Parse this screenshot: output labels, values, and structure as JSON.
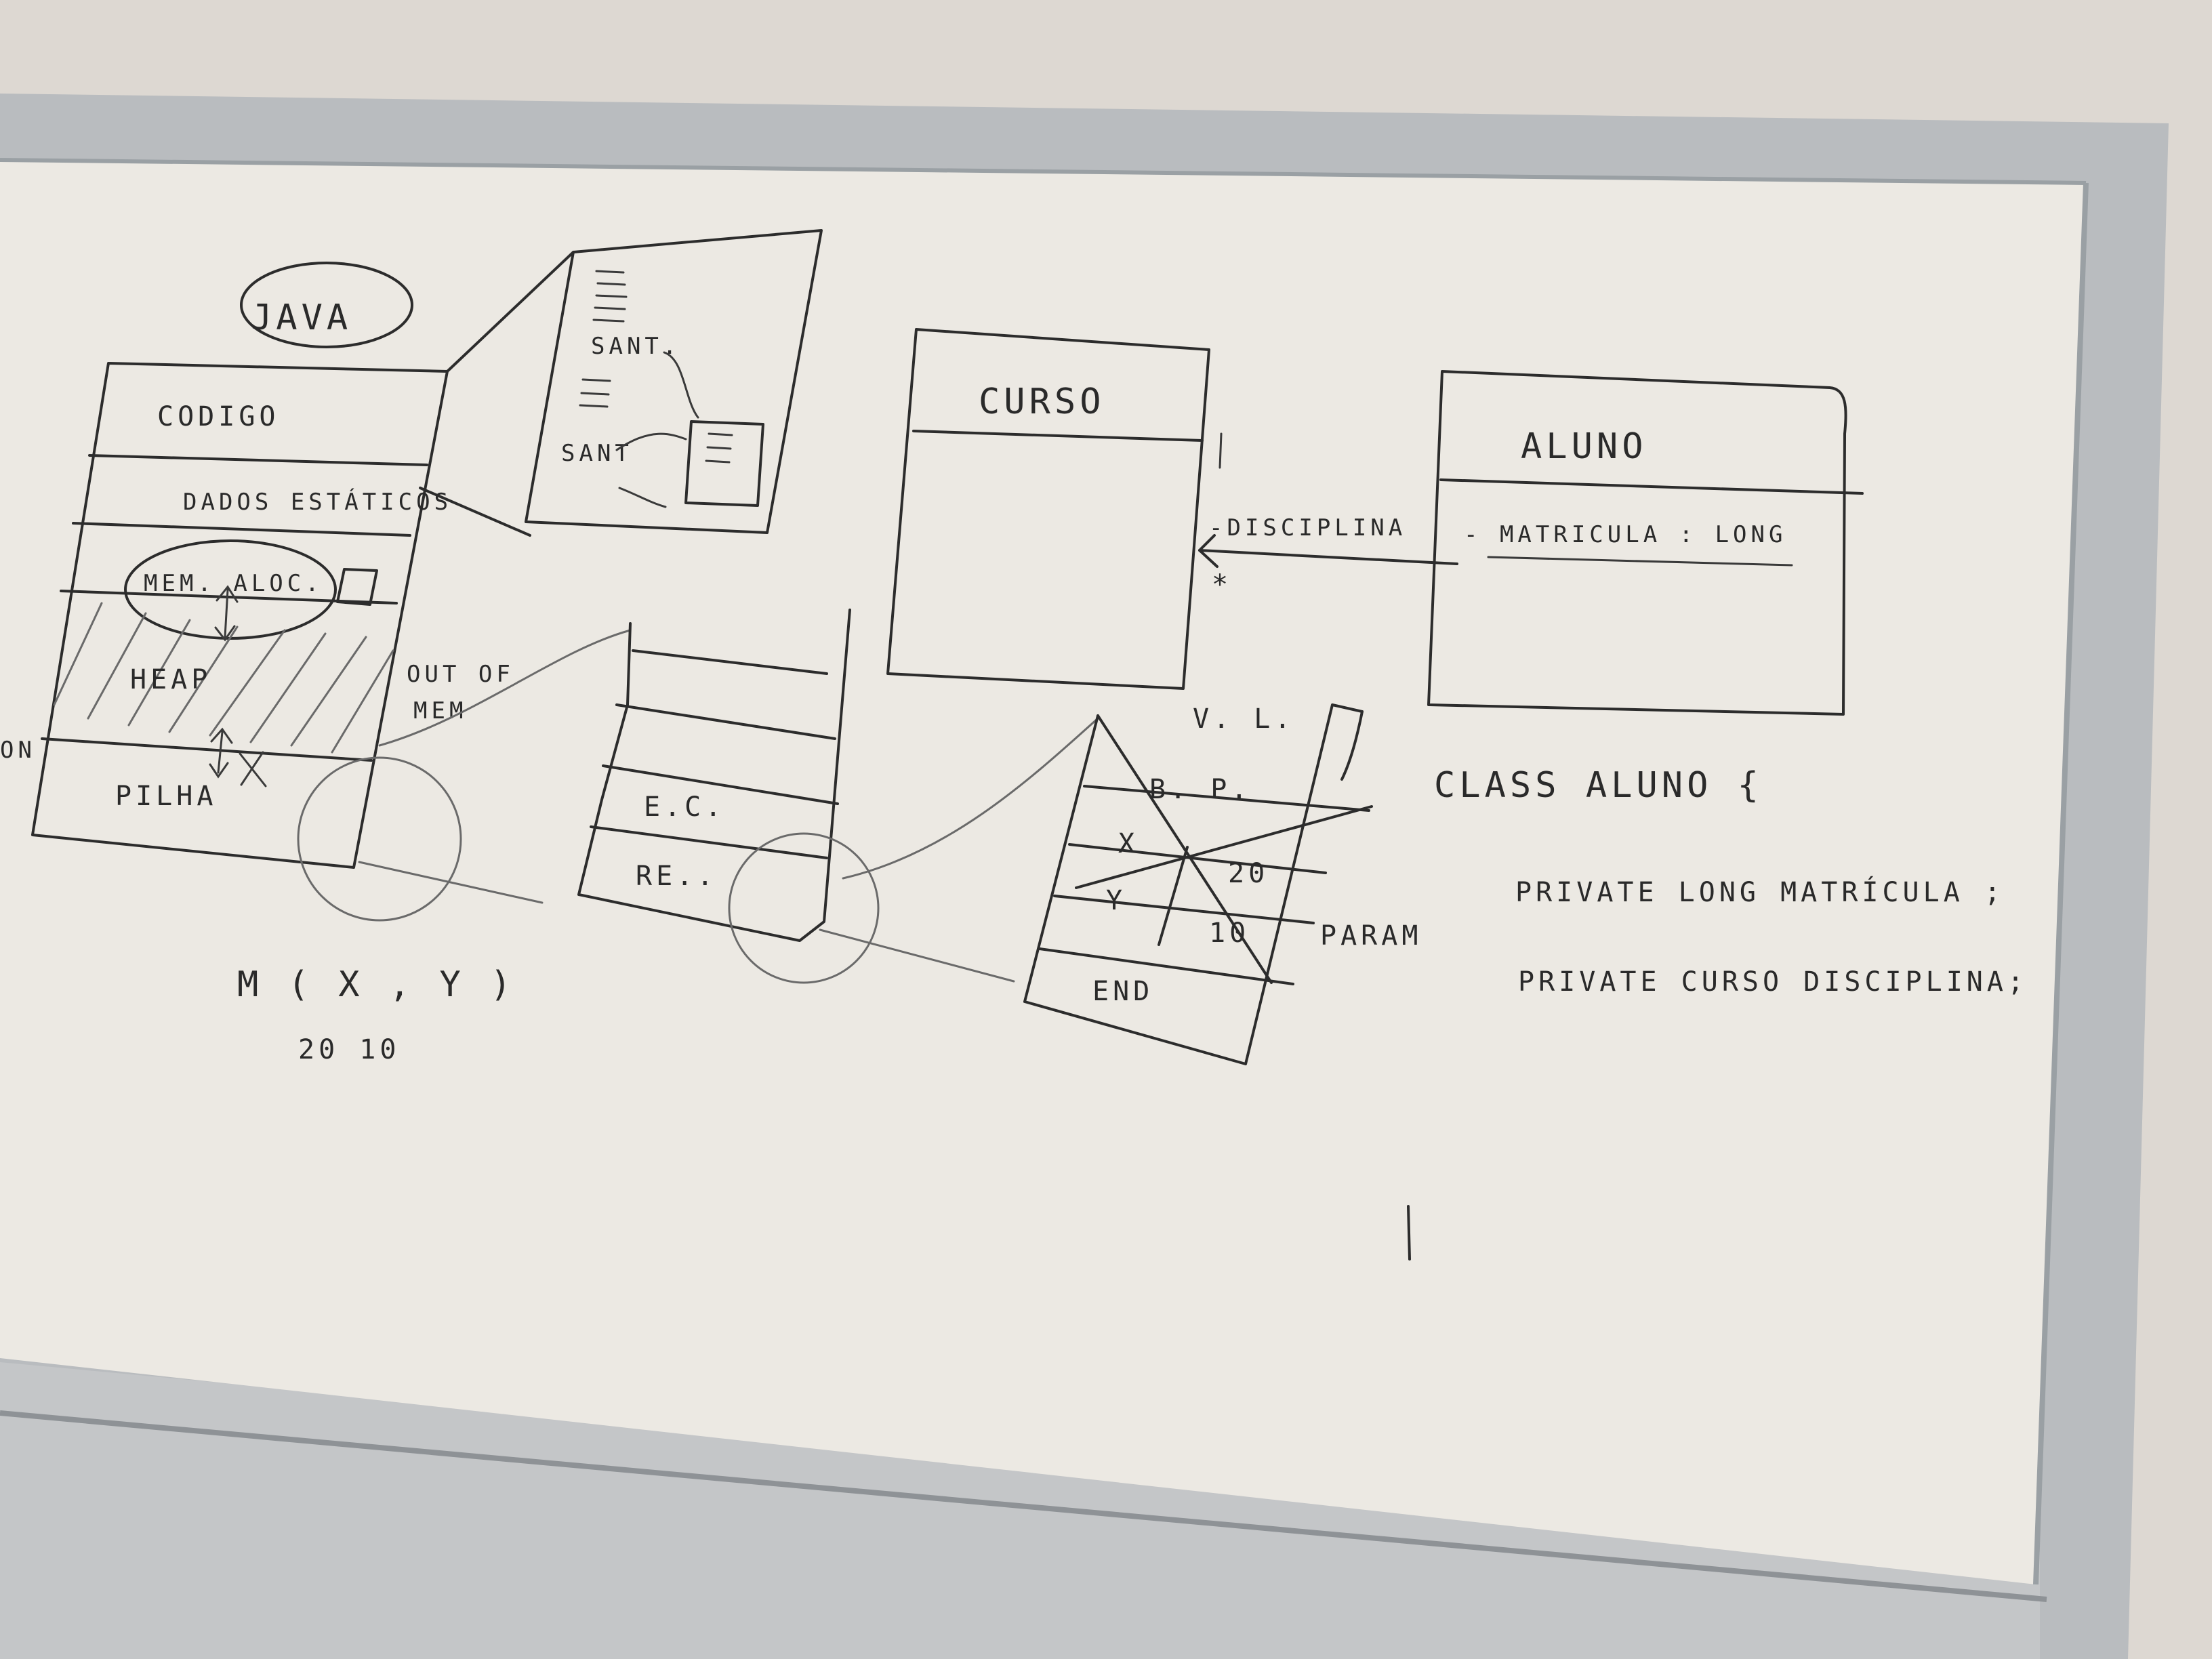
{
  "board": {
    "colors": {
      "wall": "#ddd8d2",
      "frame": "#b9bcbf",
      "frame_edge": "#8e9296",
      "surface": "#ece9e3",
      "ink": "#2a2a2a"
    }
  },
  "memory_diagram": {
    "title": "JAVA",
    "sections": [
      "CODIGO",
      "DADOS ESTÁTICOS",
      "MEM. ALOC.",
      "HEAP",
      "PILHA"
    ],
    "partial_left_label": "ON",
    "out_of_mem": [
      "OUT OF",
      "MEM"
    ],
    "zoom_lines": [
      "SANT.",
      "SANT"
    ],
    "call_label": "M ( X , Y )",
    "call_args": "20 10"
  },
  "stack_frame": {
    "labels": [
      "E.C.",
      "RE.."
    ]
  },
  "variable_frame": {
    "title": "V. L.",
    "cells": [
      "B. P.",
      "X",
      "20",
      "Y",
      "10",
      "END"
    ],
    "side_label": "PARAM"
  },
  "class_curso": {
    "name": "CURSO",
    "association": "-DISCIPLINA",
    "multiplicity": "*"
  },
  "class_aluno": {
    "name": "ALUNO",
    "attribute": "- MATRICULA : LONG"
  },
  "code": {
    "lines": [
      "CLASS ALUNO {",
      "PRIVATE LONG MATRÍCULA ;",
      "PRIVATE CURSO DISCIPLINA;"
    ]
  }
}
